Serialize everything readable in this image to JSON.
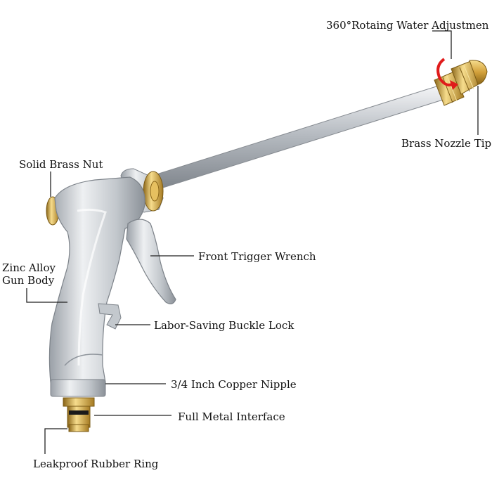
{
  "labels": {
    "rotating_adjustment": "360°Rotaing Water Adjustmen",
    "nozzle_tip": "Brass Nozzle Tip",
    "brass_nut": "Solid Brass Nut",
    "gun_body_line1": "Zinc Alloy",
    "gun_body_line2": "Gun Body",
    "trigger": "Front Trigger Wrench",
    "buckle_lock": "Labor-Saving Buckle Lock",
    "copper_nipple": "3/4 Inch Copper Nipple",
    "metal_interface": "Full Metal Interface",
    "rubber_ring": "Leakproof Rubber Ring"
  },
  "colors": {
    "silver": "#c9cdd2",
    "brass": "#d4a437",
    "leader": "#222222",
    "arrow": "#e01b1b"
  }
}
